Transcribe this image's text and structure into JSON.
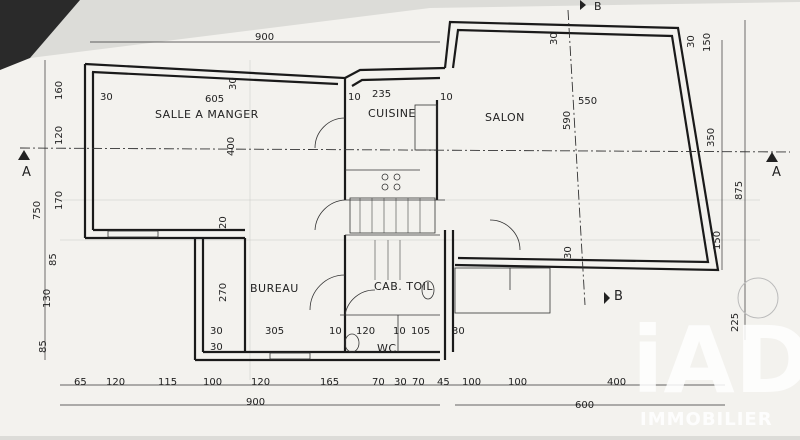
{
  "rooms": {
    "salle_a_manger": "SALLE A MANGER",
    "cuisine": "CUISINE",
    "salon": "SALON",
    "bureau": "BUREAU",
    "cab_toil": "CAB. TOIL",
    "wc": "WC"
  },
  "section_markers": {
    "a_left": "A",
    "a_right": "A",
    "b_bottom": "B",
    "b_top": "B"
  },
  "dimensions": {
    "top_900": "900",
    "top_30": "30",
    "salon_top_30": "30",
    "right_150": "150",
    "sam_30_top": "30",
    "sam_30": "30",
    "sam_605": "605",
    "cuis_10": "10",
    "cuis_235": "235",
    "cuis_10b": "10",
    "salon_550": "550",
    "salon_590": "590",
    "sam_400": "400",
    "right_350": "350",
    "right_875": "875",
    "right_150b": "150",
    "left_160": "160",
    "left_120": "120",
    "left_750": "750",
    "left_170": "170",
    "left_85": "85",
    "left_130": "130",
    "left_85b": "85",
    "mid_20": "20",
    "salon_30": "30",
    "bureau_270": "270",
    "b_30": "30",
    "b_305": "305",
    "b_10": "10",
    "b_120": "120",
    "b_10b": "10",
    "b_105": "105",
    "b_30b": "30",
    "b_30c": "30",
    "right_225": "225",
    "bottom": [
      "65",
      "120",
      "115",
      "100",
      "120",
      "165",
      "70",
      "30",
      "70",
      "45",
      "100",
      "100",
      "400"
    ],
    "total_900": "900",
    "total_600": "600"
  },
  "brand": {
    "logo": "iAD",
    "subtitle": "IMMOBILIER"
  },
  "colors": {
    "paper": "#f3f2ee",
    "ink": "#1a1a1a",
    "background": "#dcdcd8"
  }
}
